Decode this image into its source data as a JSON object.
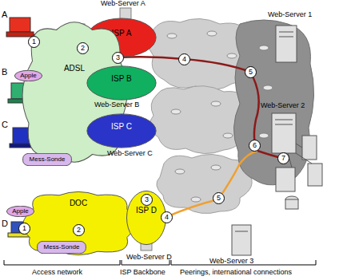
{
  "diagram": {
    "nodes": [
      {
        "text": [
          "ISP A"
        ]
      },
      {
        "text": [
          "ADSL"
        ]
      },
      {
        "text": [
          "ISP B"
        ]
      },
      {
        "text": [
          "ISP C"
        ]
      },
      {
        "text": [
          "Apple"
        ]
      },
      {
        "text": [
          "Mess-Sonde"
        ]
      },
      {
        "text": [
          "DOC"
        ]
      },
      {
        "text": [
          "ISP D"
        ]
      },
      {
        "text": [
          "Apple"
        ]
      },
      {
        "text": [
          "Mess-Sonde"
        ]
      }
    ],
    "labels": [
      "Web-Server A",
      "A",
      "Web-Server 1",
      "1",
      "2",
      "3",
      "4",
      "5",
      "B",
      "Web-Server B",
      "Web-Server 2",
      "C",
      "Web-Server C",
      "6",
      "7",
      "D",
      "1",
      "2",
      "3",
      "4",
      "5",
      "Web-Server D",
      "Web-Server 3",
      "Access network",
      "ISP Backbone",
      "Peerings, international connections"
    ]
  }
}
